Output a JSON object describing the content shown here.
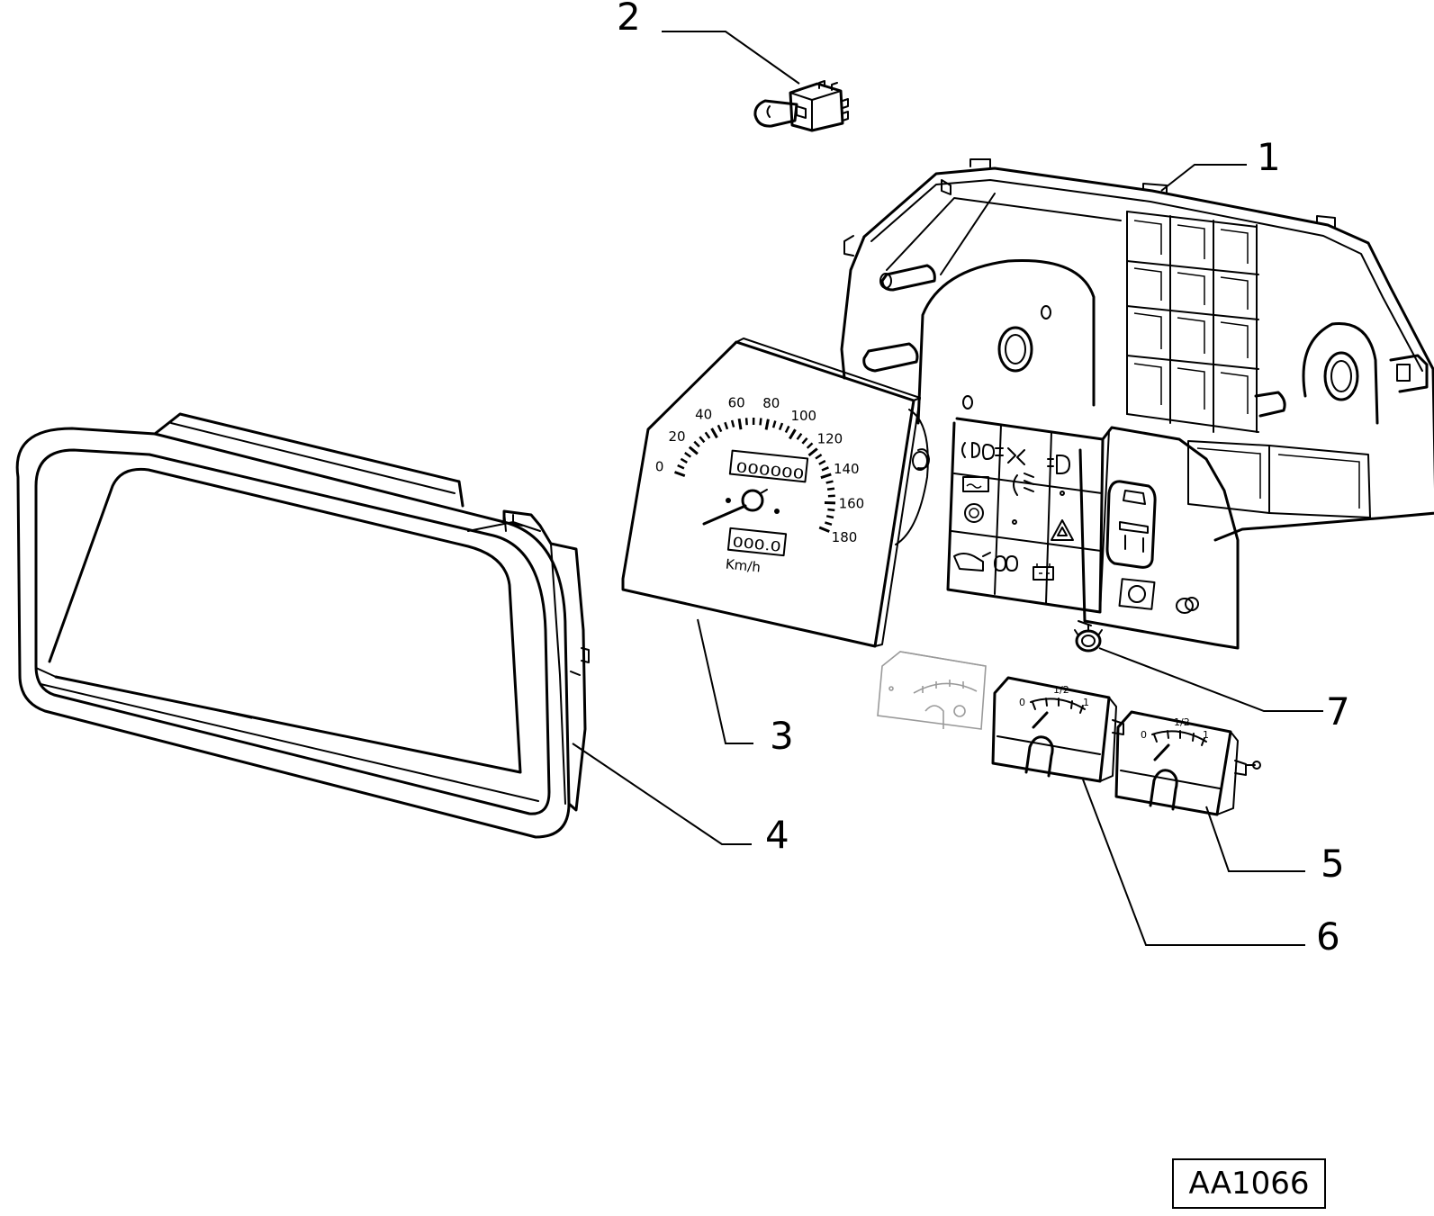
{
  "callouts": [
    {
      "id": "1",
      "label": "1"
    },
    {
      "id": "2",
      "label": "2"
    },
    {
      "id": "3",
      "label": "3"
    },
    {
      "id": "4",
      "label": "4"
    },
    {
      "id": "5",
      "label": "5"
    },
    {
      "id": "6",
      "label": "6"
    },
    {
      "id": "7",
      "label": "7"
    }
  ],
  "speedometer": {
    "scale": [
      "0",
      "20",
      "40",
      "60",
      "80",
      "100",
      "120",
      "140",
      "160",
      "180"
    ],
    "unit": "Km/h",
    "odometer": "000000",
    "trip": "000.0"
  },
  "gauges": {
    "gauge_6": {
      "min": "0",
      "mid": "1/2",
      "max": "1"
    },
    "gauge_5": {
      "min": "0",
      "mid": "1/2",
      "max": "1"
    }
  },
  "reference_code": "AA1066"
}
